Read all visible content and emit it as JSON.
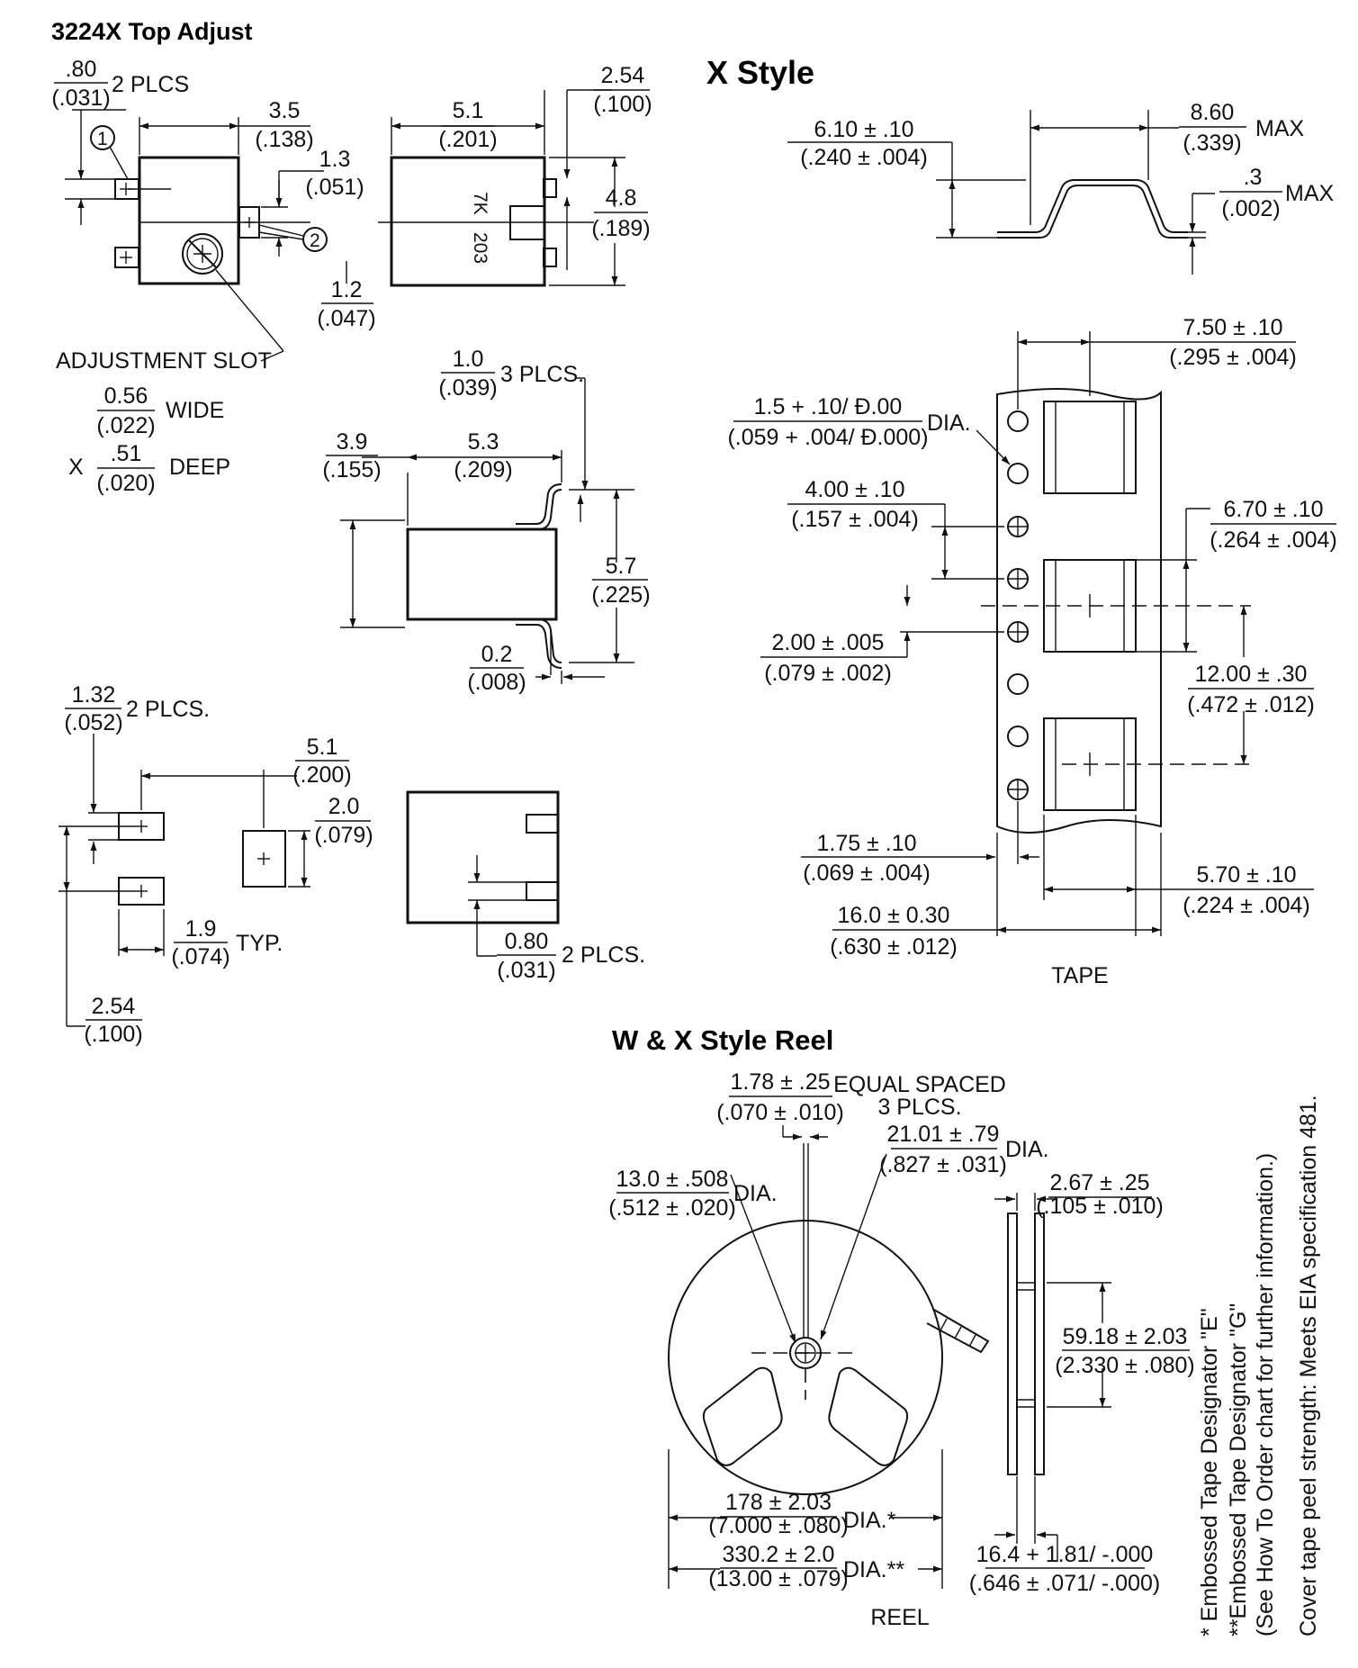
{
  "sections": {
    "top_adjust_title": "3224X Top Adjust",
    "x_style_title": "X Style",
    "reel_title": "W & X Style Reel"
  },
  "top_adjust": {
    "d_080": ".80",
    "d_080_in": "(.031)",
    "d_080_note": "2 PLCS",
    "d_35": "3.5",
    "d_35_in": "(.138)",
    "d_13": "1.3",
    "d_13_in": "(.051)",
    "d_12": "1.2",
    "d_12_in": "(.047)",
    "d_51": "5.1",
    "d_51_in": "(.201)",
    "d_254": "2.54",
    "d_254_in": "(.100)",
    "d_48": "4.8",
    "d_48_in": "(.189)",
    "callout_1": "1",
    "callout_2": "2",
    "marking_1": "7K",
    "marking_2": "203",
    "adj_slot_label": "ADJUSTMENT SLOT",
    "slot_wide": "0.56",
    "slot_wide_in": "(.022)",
    "slot_wide_word": "WIDE",
    "slot_x": "X",
    "slot_deep": ".51",
    "slot_deep_in": "(.020)",
    "slot_deep_word": "DEEP",
    "d_10": "1.0",
    "d_10_in": "(.039)",
    "d_10_note": "3 PLCS.",
    "d_39": "3.9",
    "d_39_in": "(.155)",
    "d_53": "5.3",
    "d_53_in": "(.209)",
    "d_57": "5.7",
    "d_57_in": "(.225)",
    "d_02": "0.2",
    "d_02_in": "(.008)"
  },
  "pads": {
    "d_132": "1.32",
    "d_132_in": "(.052)",
    "d_132_note": "2 PLCS.",
    "d_51": "5.1",
    "d_51_in": "(.200)",
    "d_20": "2.0",
    "d_20_in": "(.079)",
    "d_19": "1.9",
    "d_19_in": "(.074)",
    "d_19_note": "TYP.",
    "d_254": "2.54",
    "d_254_in": "(.100)",
    "d_080": "0.80",
    "d_080_in": "(.031)",
    "d_080_note": "2 PLCS."
  },
  "x_style": {
    "d_610": "6.10 ± .10",
    "d_610_in": "(.240 ± .004)",
    "d_860": "8.60",
    "d_860_in": "(.339)",
    "d_860_note": "MAX",
    "d_03": ".3",
    "d_03_in": "(.002)",
    "d_03_note": "MAX",
    "d_750": "7.50 ± .10",
    "d_750_in": "(.295 ± .004)",
    "d_15": "1.5 + .10/ Đ.00",
    "d_15_in": "(.059 + .004/ Đ.000)",
    "d_15_note": "DIA.",
    "d_400": "4.00 ± .10",
    "d_400_in": "(.157 ± .004)",
    "d_670": "6.70 ± .10",
    "d_670_in": "(.264 ± .004)",
    "d_200": "2.00 ± .005",
    "d_200_in": "(.079 ± .002)",
    "d_1200": "12.00 ± .30",
    "d_1200_in": "(.472 ± .012)",
    "d_175": "1.75 ± .10",
    "d_175_in": "(.069 ± .004)",
    "d_570": "5.70 ± .10",
    "d_570_in": "(.224 ± .004)",
    "d_160": "16.0  ± 0.30",
    "d_160_in": "(.630 ± .012)",
    "tape_label": "TAPE"
  },
  "reel": {
    "d_178s": "1.78 ± .25",
    "d_178s_in": "(.070 ± .010)",
    "equal_spaced_1": "EQUAL SPACED",
    "equal_spaced_2": "3 PLCS.",
    "d_2101": "21.01 ± .79",
    "d_2101_in": "(.827 ± .031)",
    "d_2101_note": "DIA.",
    "d_130": "13.0 ± .508",
    "d_130_in": "(.512 ± .020)",
    "d_130_note": "DIA.",
    "d_267": "2.67 ± .25",
    "d_267_in": "(.105 ± .010)",
    "d_5918": "59.18 ± 2.03",
    "d_5918_in": "(2.330 ± .080)",
    "d_178": "178 ± 2.03",
    "d_178_in": "(7.000  ± .080)",
    "d_178_note": "DIA.*",
    "d_3302": "330.2 ± 2.0",
    "d_3302_in": "(13.00  ± .079)",
    "d_3302_note": "DIA.**",
    "d_164": "16.4 + 1.81/ -.000",
    "d_164_in": "(.646 ± .071/ -.000)",
    "reel_label": "REEL"
  },
  "notes": {
    "n1": "*  Embossed Tape Designator \"E\"",
    "n2": "**Embossed Tape Designator \"G\"",
    "n3": "(See How To Order chart for further information.)",
    "n4": "Cover tape peel strength: Meets EIA specification 481."
  }
}
